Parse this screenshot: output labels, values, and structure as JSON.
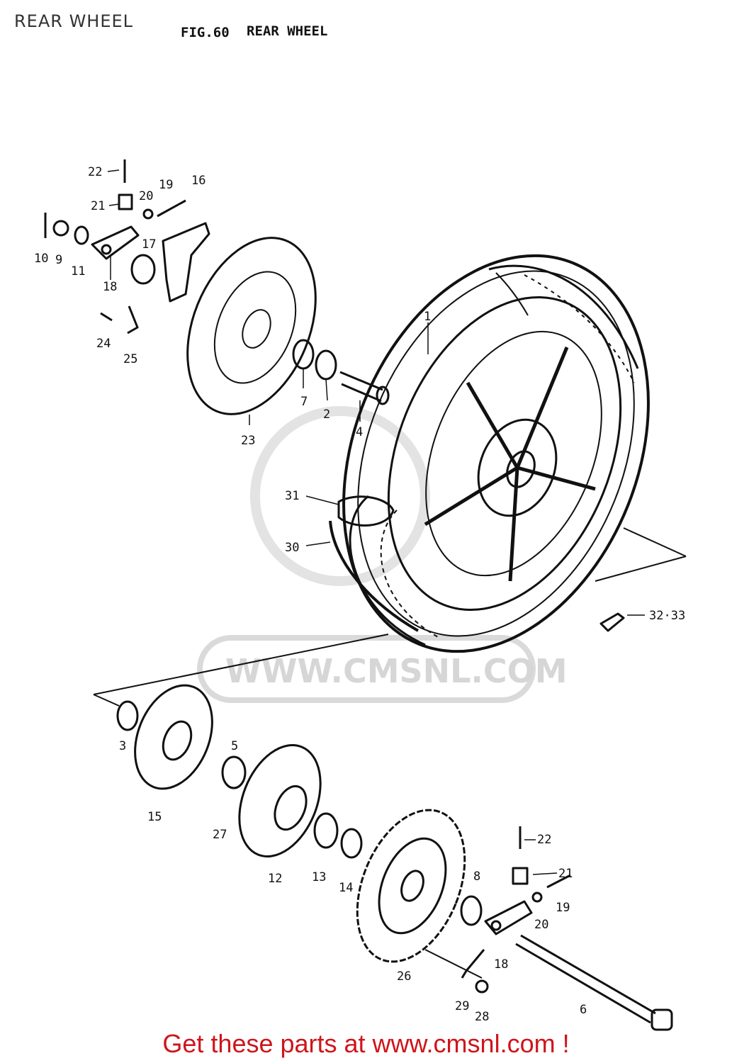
{
  "header": {
    "title": "REAR WHEEL"
  },
  "figure": {
    "caption": "FIG.60",
    "heading": "REAR WHEEL"
  },
  "watermark": {
    "text": "WWW.CMSNL.COM"
  },
  "callouts": {
    "c1": "1",
    "c2": "2",
    "c3": "3",
    "c4": "4",
    "c5": "5",
    "c6": "6",
    "c7": "7",
    "c8": "8",
    "c9": "9",
    "c10": "10",
    "c11": "11",
    "c12": "12",
    "c13": "13",
    "c14": "14",
    "c15": "15",
    "c16": "16",
    "c17": "17",
    "c18a": "18",
    "c18b": "18",
    "c19a": "19",
    "c19b": "19",
    "c20a": "20",
    "c20b": "20",
    "c21a": "21",
    "c21b": "21",
    "c22a": "22",
    "c22b": "22",
    "c23": "23",
    "c24": "24",
    "c25": "25",
    "c26": "26",
    "c27": "27",
    "c28": "28",
    "c29": "29",
    "c30": "30",
    "c31": "31",
    "c3233": "32·33"
  },
  "footer": {
    "text": "Get these parts at www.cmsnl.com !"
  },
  "colors": {
    "footer": "#d0141a",
    "ink": "#111111",
    "watermark": "#d2d2d2"
  }
}
